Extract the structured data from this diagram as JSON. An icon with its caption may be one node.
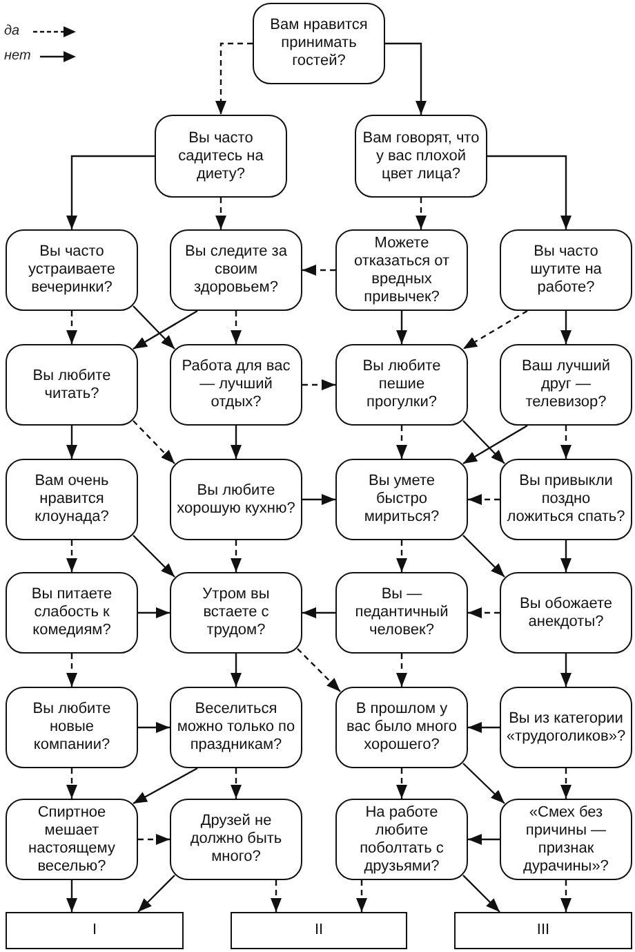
{
  "diagram": {
    "nodes": [
      {
        "text": [
          "Вам нравится принимать гостей?"
        ]
      },
      {
        "text": [
          "Вы часто садитесь на диету?"
        ]
      },
      {
        "text": [
          "Вам говорят, что у вас плохой цвет лица?"
        ]
      },
      {
        "text": [
          "Вы часто устраиваете вечеринки?"
        ]
      },
      {
        "text": [
          "Вы следите за своим здоровьем?"
        ]
      },
      {
        "text": [
          "Можете отказаться от вредных привычек?"
        ]
      },
      {
        "text": [
          "Вы часто шутите на работе?"
        ]
      },
      {
        "text": [
          "Вы любите читать?"
        ]
      },
      {
        "text": [
          "Работа для вас — лучший отдых?"
        ]
      },
      {
        "text": [
          "Вы любите пешие прогулки?"
        ]
      },
      {
        "text": [
          "Ваш лучший друг — телевизор?"
        ]
      },
      {
        "text": [
          "Вам очень нравится клоунада?"
        ]
      },
      {
        "text": [
          "Вы любите хорошую кухню?"
        ]
      },
      {
        "text": [
          "Вы умете быстро мириться?"
        ]
      },
      {
        "text": [
          "Вы привыкли поздно ложиться спать?"
        ]
      },
      {
        "text": [
          "Вы питаете слабость к комедиям?"
        ]
      },
      {
        "text": [
          "Утром вы встаете с трудом?"
        ]
      },
      {
        "text": [
          "Вы — педантичный человек?"
        ]
      },
      {
        "text": [
          "Вы обожаете анекдоты?"
        ]
      },
      {
        "text": [
          "Вы любите новые компании?"
        ]
      },
      {
        "text": [
          "Веселиться можно только по праздникам?"
        ]
      },
      {
        "text": [
          "В прошлом у вас было много хорошего?"
        ]
      },
      {
        "text": [
          "Вы из категории «трудоголиков»?"
        ]
      },
      {
        "text": [
          "Спиртное мешает настоящему веселью?"
        ]
      },
      {
        "text": [
          "Друзей не должно быть много?"
        ]
      },
      {
        "text": [
          "На работе любите поболтать с друзьями?"
        ]
      },
      {
        "text": [
          "«Смех без причины — признак дурачины»?"
        ]
      },
      {
        "text": [
          "I"
        ]
      },
      {
        "text": [
          "II"
        ]
      },
      {
        "text": [
          "III"
        ]
      }
    ],
    "edges": [
      {
        "from": 0,
        "to": 1,
        "arrow": "to",
        "style": "dashed"
      },
      {
        "from": 0,
        "to": 2,
        "arrow": "to"
      },
      {
        "from": 1,
        "to": 3,
        "arrow": "to"
      },
      {
        "from": 1,
        "to": 4,
        "arrow": "to",
        "style": "dashed"
      },
      {
        "from": 2,
        "to": 5,
        "arrow": "to",
        "style": "dashed"
      },
      {
        "from": 2,
        "to": 6,
        "arrow": "to"
      },
      {
        "from": 5,
        "to": 4,
        "arrow": "to",
        "style": "dashed"
      },
      {
        "from": 3,
        "to": 7,
        "arrow": "to",
        "style": "dashed"
      },
      {
        "from": 3,
        "to": 8,
        "arrow": "to"
      },
      {
        "from": 4,
        "to": 7,
        "arrow": "to"
      },
      {
        "from": 4,
        "to": 8,
        "arrow": "to",
        "style": "dashed"
      },
      {
        "from": 5,
        "to": 9,
        "arrow": "to"
      },
      {
        "from": 6,
        "to": 9,
        "arrow": "to",
        "style": "dashed"
      },
      {
        "from": 6,
        "to": 10,
        "arrow": "to"
      },
      {
        "from": 7,
        "to": 11,
        "arrow": "to"
      },
      {
        "from": 7,
        "to": 12,
        "arrow": "to",
        "style": "dashed"
      },
      {
        "from": 8,
        "to": 9,
        "arrow": "to",
        "style": "dashed"
      },
      {
        "from": 8,
        "to": 12,
        "arrow": "to"
      },
      {
        "from": 9,
        "to": 13,
        "arrow": "to",
        "style": "dashed"
      },
      {
        "from": 9,
        "to": 14,
        "arrow": "to"
      },
      {
        "from": 10,
        "to": 13,
        "arrow": "to"
      },
      {
        "from": 10,
        "to": 14,
        "arrow": "to",
        "style": "dashed"
      },
      {
        "from": 11,
        "to": 15,
        "arrow": "to",
        "style": "dashed"
      },
      {
        "from": 11,
        "to": 16,
        "arrow": "to"
      },
      {
        "from": 12,
        "to": 13,
        "arrow": "to"
      },
      {
        "from": 12,
        "to": 16,
        "arrow": "to",
        "style": "dashed"
      },
      {
        "from": 13,
        "to": 17,
        "arrow": "to",
        "style": "dashed"
      },
      {
        "from": 13,
        "to": 18,
        "arrow": "to"
      },
      {
        "from": 14,
        "to": 13,
        "arrow": "to",
        "style": "dashed"
      },
      {
        "from": 14,
        "to": 18,
        "arrow": "to"
      },
      {
        "from": 15,
        "to": 16,
        "arrow": "to"
      },
      {
        "from": 15,
        "to": 19,
        "arrow": "to",
        "style": "dashed"
      },
      {
        "from": 16,
        "to": 20,
        "arrow": "to"
      },
      {
        "from": 16,
        "to": 21,
        "arrow": "to",
        "style": "dashed"
      },
      {
        "from": 17,
        "to": 16,
        "arrow": "to"
      },
      {
        "from": 17,
        "to": 21,
        "arrow": "to",
        "style": "dashed"
      },
      {
        "from": 18,
        "to": 17,
        "arrow": "to",
        "style": "dashed"
      },
      {
        "from": 18,
        "to": 22,
        "arrow": "to"
      },
      {
        "from": 19,
        "to": 20,
        "arrow": "to"
      },
      {
        "from": 19,
        "to": 23,
        "arrow": "to",
        "style": "dashed"
      },
      {
        "from": 20,
        "to": 23,
        "arrow": "to"
      },
      {
        "from": 20,
        "to": 24,
        "arrow": "to",
        "style": "dashed"
      },
      {
        "from": 21,
        "to": 25,
        "arrow": "to",
        "style": "dashed"
      },
      {
        "from": 21,
        "to": 26,
        "arrow": "to"
      },
      {
        "from": 22,
        "to": 21,
        "arrow": "to"
      },
      {
        "from": 22,
        "to": 26,
        "arrow": "to",
        "style": "dashed"
      },
      {
        "from": 23,
        "to": 24,
        "arrow": "to",
        "style": "dashed"
      },
      {
        "from": 23,
        "to": 27,
        "arrow": "to"
      },
      {
        "from": 24,
        "to": 27,
        "arrow": "to"
      },
      {
        "from": 24,
        "to": 28,
        "arrow": "to",
        "style": "dashed"
      },
      {
        "from": 25,
        "to": 28,
        "arrow": "to",
        "style": "dashed"
      },
      {
        "from": 25,
        "to": 29,
        "arrow": "to"
      },
      {
        "from": 26,
        "to": 25,
        "arrow": "to"
      },
      {
        "from": 26,
        "to": 29,
        "arrow": "to",
        "style": "dashed"
      }
    ],
    "legend": [
      {
        "text": "да"
      },
      {
        "text": "нет"
      }
    ]
  }
}
